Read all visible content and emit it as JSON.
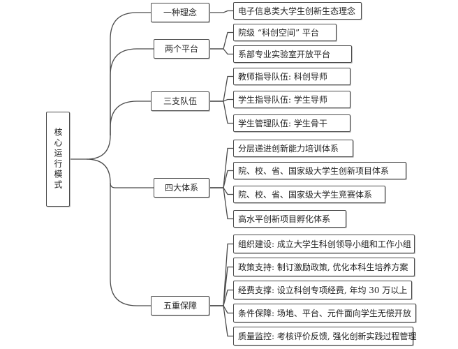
{
  "root": {
    "label": "核心运行模式"
  },
  "groups": [
    {
      "label": "一种理念",
      "items": [
        "电子信息类大学生创新生态理念"
      ]
    },
    {
      "label": "两个平台",
      "items": [
        "院级 “科创空间” 平台",
        "系部专业实验室开放平台"
      ]
    },
    {
      "label": "三支队伍",
      "items": [
        "教师指导队伍: 科创导师",
        "学生指导队伍: 学生导师",
        "学生管理队伍: 学生骨干"
      ]
    },
    {
      "label": "四大体系",
      "items": [
        "分层递进创新能力培训体系",
        "院、校、省、国家级大学生创新项目体系",
        "院、校、省、国家级大学生竞赛体系",
        "高水平创新项目孵化体系"
      ]
    },
    {
      "label": "五重保障",
      "items": [
        "组织建设: 成立大学生科创领导小组和工作小组",
        "政策支持: 制订激励政策, 优化本科生培养方案",
        "经费支撑: 设立科创专项经费, 年均 30 万以上",
        "条件保障: 场地、平台、元件面向学生无偿开放",
        "质量监控: 考核评价反馈, 强化创新实践过程管理"
      ]
    }
  ]
}
